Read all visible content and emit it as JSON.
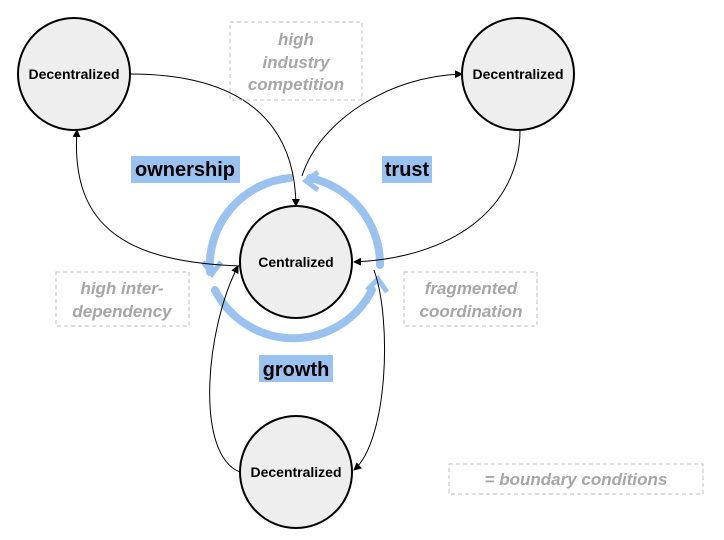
{
  "nodes": {
    "top_left": "Decentralized",
    "top_right": "Decentralized",
    "bottom": "Decentralized",
    "center": "Centralized"
  },
  "drivers": {
    "ownership": "ownership",
    "trust": "trust",
    "growth": "growth"
  },
  "boundary_conditions": {
    "competition": [
      "high",
      "industry",
      "competition"
    ],
    "interdependency": [
      "high inter-",
      "dependency"
    ],
    "coordination": [
      "fragmented",
      "coordination"
    ]
  },
  "legend": {
    "label": "= boundary conditions"
  },
  "colors": {
    "node_fill": "#eeeeee",
    "node_stroke": "#000000",
    "cycle_blue": "#99c2f0",
    "label_highlight": "#99c2f0",
    "boundary_text": "#a6a6a6",
    "boundary_border": "#bfbfbf"
  }
}
